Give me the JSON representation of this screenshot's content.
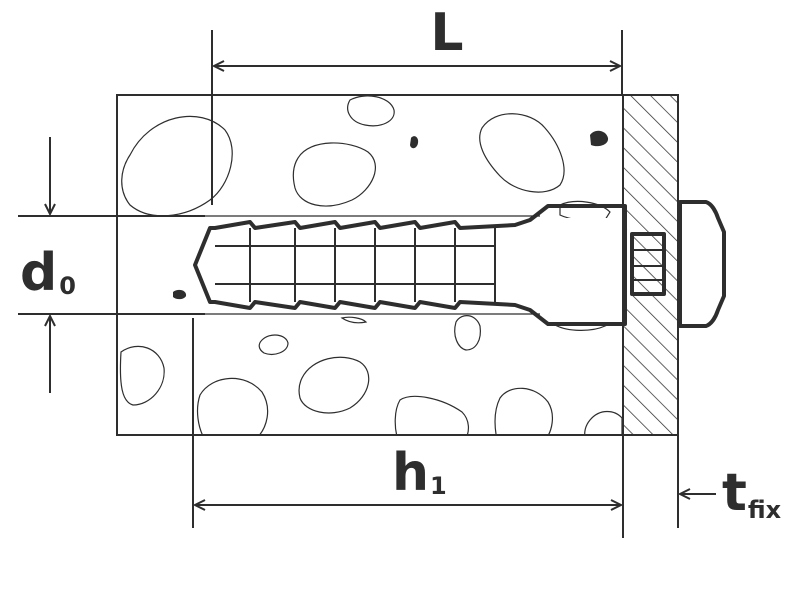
{
  "labels": {
    "L": "L",
    "d_main": "d",
    "d_sub": "0",
    "h_main": "h",
    "h_sub": "1",
    "t_main": "t",
    "t_sub": "fix"
  },
  "colors": {
    "ink": "#2e2e2e",
    "background": "#ffffff"
  }
}
